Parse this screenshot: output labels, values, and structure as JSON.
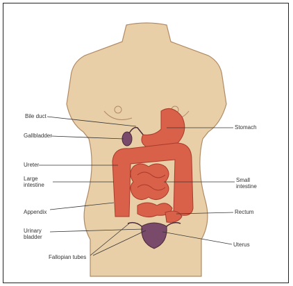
{
  "diagram": {
    "labels_left": [
      {
        "id": "bile-duct",
        "text": "Bile duct"
      },
      {
        "id": "gallbladder",
        "text": "Gallbladder"
      },
      {
        "id": "ureter",
        "text": "Ureter"
      },
      {
        "id": "large-intestine",
        "text": "Large\nintestine"
      },
      {
        "id": "appendix",
        "text": "Appendix"
      },
      {
        "id": "urinary-bladder",
        "text": "Urinary\nbladder"
      },
      {
        "id": "fallopian-tubes",
        "text": "Fallopian tubes"
      }
    ],
    "labels_right": [
      {
        "id": "stomach",
        "text": "Stomach"
      },
      {
        "id": "small-intestine",
        "text": "Small\nintestine"
      },
      {
        "id": "rectum",
        "text": "Rectum"
      },
      {
        "id": "uterus",
        "text": "Uterus"
      }
    ],
    "colors": {
      "skin": "#e8cfa8",
      "skin_outline": "#b08a64",
      "organ": "#d9614a",
      "organ_dark": "#a83a2a",
      "bladder": "#7a4a6a",
      "leader": "#333333"
    }
  }
}
